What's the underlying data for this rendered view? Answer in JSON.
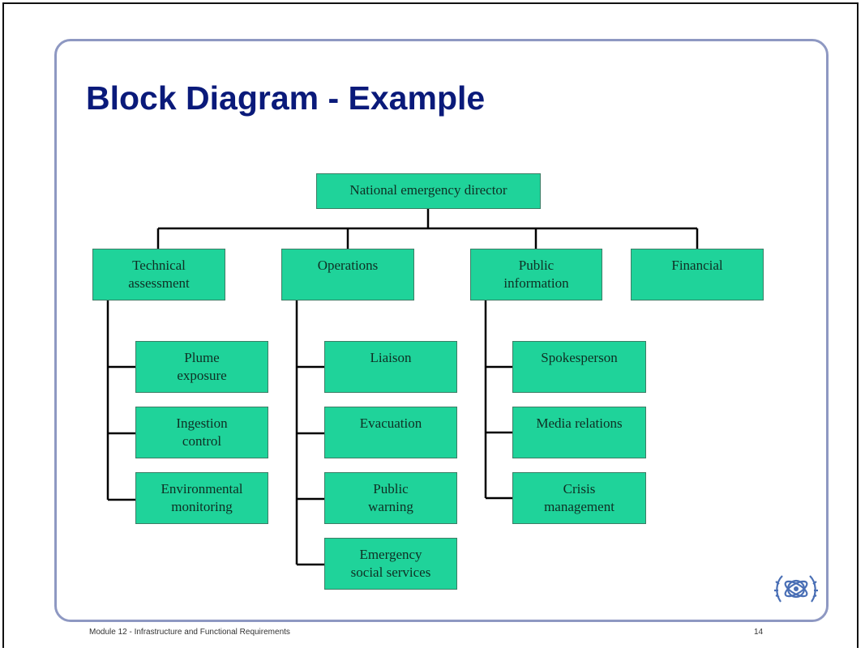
{
  "slide": {
    "title": "Block Diagram - Example",
    "footer_left": "Module 12 - Infrastructure and Functional Requirements",
    "page_number": "14",
    "logo_icon": "un-atom-emblem-icon"
  },
  "colors": {
    "box_fill": "#1fd39a",
    "title": "#0a1a7a",
    "frame": "#8e98c2"
  },
  "diagram": {
    "root": "National emergency director",
    "columns": [
      {
        "label": "Technical\nassessment",
        "children": [
          "Plume\nexposure",
          "Ingestion\ncontrol",
          "Environmental\nmonitoring"
        ]
      },
      {
        "label": "Operations",
        "children": [
          "Liaison",
          "Evacuation",
          "Public\nwarning",
          "Emergency\nsocial services"
        ]
      },
      {
        "label": "Public\ninformation",
        "children": [
          "Spokesperson",
          "Media relations",
          "Crisis\nmanagement"
        ]
      },
      {
        "label": "Financial",
        "children": []
      }
    ]
  }
}
